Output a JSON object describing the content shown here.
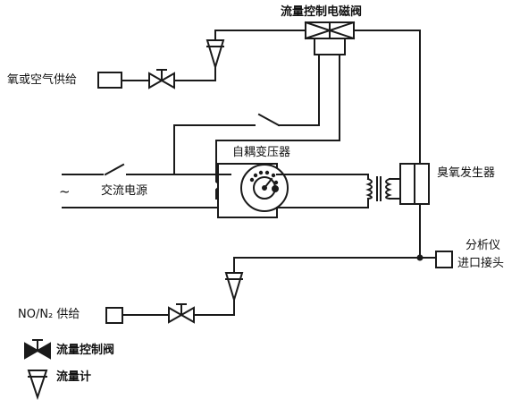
{
  "labels": {
    "solenoid_valve": "流量控制电磁阀",
    "oxygen_supply": "氧或空气供给",
    "autotransformer": "自耦变压器",
    "ac_power": "交流电源",
    "ac_symbol": "~",
    "ozone_generator": "臭氧发生器",
    "analyzer_line1": "分析仪",
    "analyzer_line2": "进口接头",
    "no_supply": "NO/N₂ 供给",
    "legend_valve": "流量控制阀",
    "legend_flowmeter": "流量计"
  },
  "icons": [
    "valve-icon",
    "flowmeter-icon",
    "switch-icon",
    "transformer-coil-icon",
    "rotary-knob-icon"
  ],
  "colors": {
    "line": "#1a1a1a",
    "background": "#ffffff"
  }
}
